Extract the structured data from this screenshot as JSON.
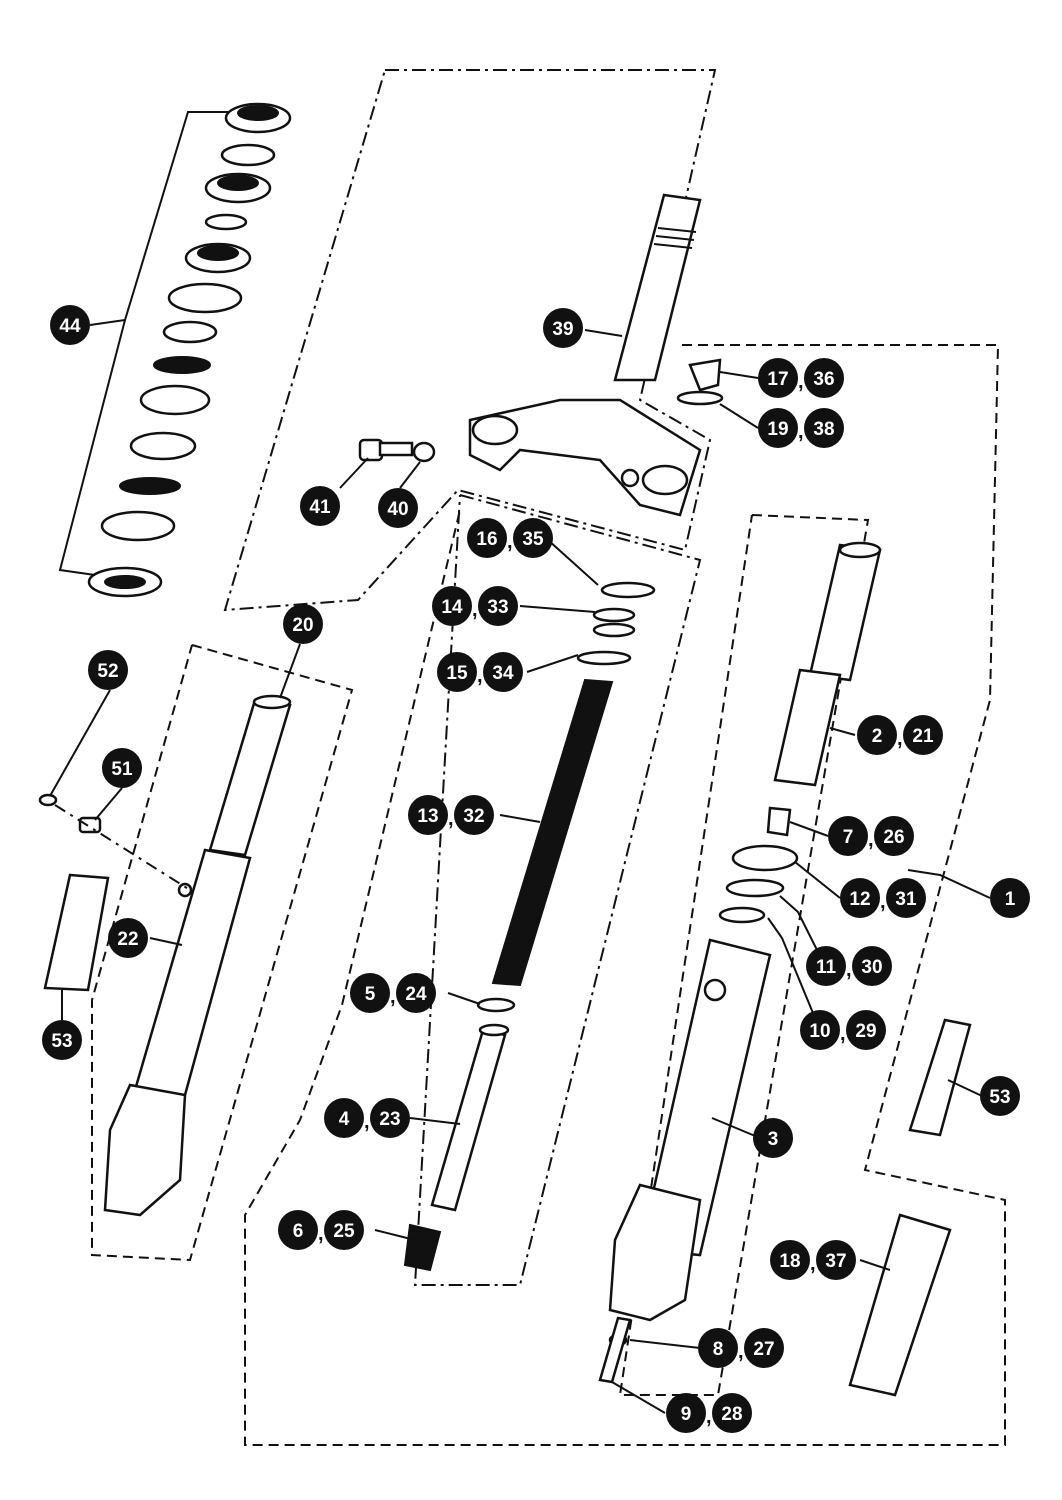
{
  "callouts": [
    {
      "id": "c44",
      "labels": [
        "44"
      ]
    },
    {
      "id": "c39",
      "labels": [
        "39"
      ]
    },
    {
      "id": "c17",
      "labels": [
        "17",
        "36"
      ]
    },
    {
      "id": "c19",
      "labels": [
        "19",
        "38"
      ]
    },
    {
      "id": "c41",
      "labels": [
        "41"
      ]
    },
    {
      "id": "c40",
      "labels": [
        "40"
      ]
    },
    {
      "id": "c16",
      "labels": [
        "16",
        "35"
      ]
    },
    {
      "id": "c14",
      "labels": [
        "14",
        "33"
      ]
    },
    {
      "id": "c15",
      "labels": [
        "15",
        "34"
      ]
    },
    {
      "id": "c20",
      "labels": [
        "20"
      ]
    },
    {
      "id": "c52",
      "labels": [
        "52"
      ]
    },
    {
      "id": "c51",
      "labels": [
        "51"
      ]
    },
    {
      "id": "c2",
      "labels": [
        "2",
        "21"
      ]
    },
    {
      "id": "c13",
      "labels": [
        "13",
        "32"
      ]
    },
    {
      "id": "c7",
      "labels": [
        "7",
        "26"
      ]
    },
    {
      "id": "c12",
      "labels": [
        "12",
        "31"
      ]
    },
    {
      "id": "c1",
      "labels": [
        "1"
      ]
    },
    {
      "id": "c22",
      "labels": [
        "22"
      ]
    },
    {
      "id": "c11",
      "labels": [
        "11",
        "30"
      ]
    },
    {
      "id": "c5",
      "labels": [
        "5",
        "24"
      ]
    },
    {
      "id": "c53a",
      "labels": [
        "53"
      ]
    },
    {
      "id": "c10",
      "labels": [
        "10",
        "29"
      ]
    },
    {
      "id": "c53b",
      "labels": [
        "53"
      ]
    },
    {
      "id": "c4",
      "labels": [
        "4",
        "23"
      ]
    },
    {
      "id": "c3",
      "labels": [
        "3"
      ]
    },
    {
      "id": "c6",
      "labels": [
        "6",
        "25"
      ]
    },
    {
      "id": "c18",
      "labels": [
        "18",
        "37"
      ]
    },
    {
      "id": "c8",
      "labels": [
        "8",
        "27"
      ]
    },
    {
      "id": "c9",
      "labels": [
        "9",
        "28"
      ]
    }
  ],
  "colors": {
    "ink": "#111111",
    "paper": "#ffffff"
  }
}
